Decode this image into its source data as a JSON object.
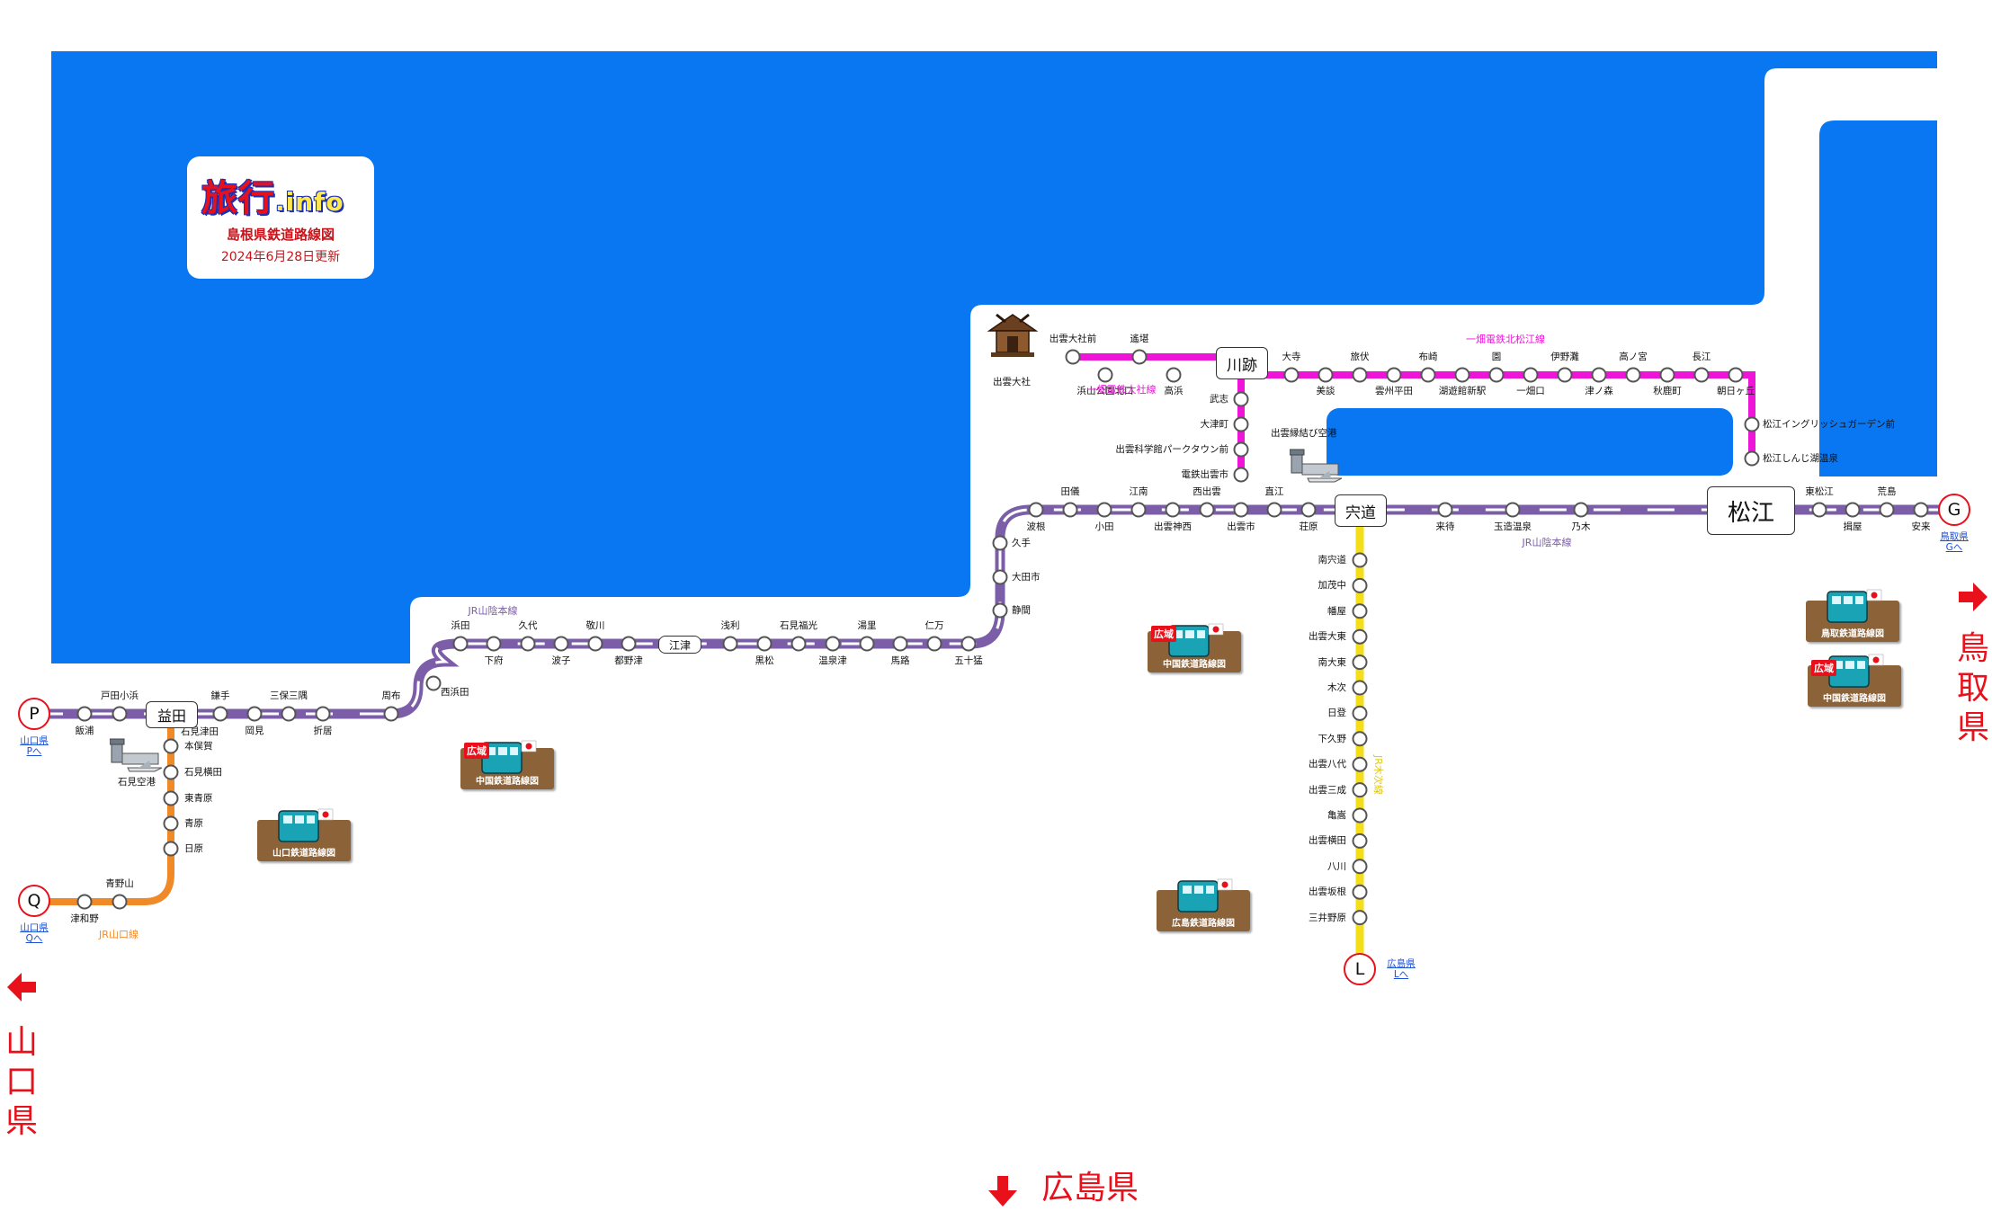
{
  "logo": {
    "brand": "旅行",
    "brand_suffix": ".info",
    "title": "島根県鉄道路線図",
    "updated": "2024年6月28日更新"
  },
  "colors": {
    "sea": "#0a77f2",
    "jr_sanin": "#7b5ea7",
    "ichibata": "#ee14d8",
    "jr_kisuki": "#f4de1a",
    "jr_sanguchi": "#f08a28",
    "edge_circle": "#e8101a",
    "link": "#1a4fd6",
    "badge": "#8c6338"
  },
  "line_labels": {
    "sanin_west": "JR山陰本線",
    "sanin_east": "JR山陰本線",
    "ichibata_taisha": "一畑電鉄大社線",
    "ichibata_kita": "一畑電鉄北松江線",
    "kisuki": "JR木次線",
    "sanguchi": "JR山口線"
  },
  "major_stations": {
    "masuda": "益田",
    "gotsu": "江津",
    "kawato": "川跡",
    "shinji": "宍道",
    "matsue": "松江"
  },
  "stations": {
    "sanin_west": [
      "飯浦",
      "戸田小浜",
      "鎌手",
      "岡見",
      "三保三隅",
      "折居",
      "周布",
      "西浜田",
      "浜田",
      "下府",
      "久代",
      "波子",
      "敬川",
      "都野津"
    ],
    "sanin_mid": [
      "浅利",
      "黒松",
      "石見福光",
      "温泉津",
      "湯里",
      "馬路",
      "仁万",
      "五十猛",
      "静間",
      "大田市",
      "久手",
      "波根",
      "田儀",
      "小田",
      "江南",
      "出雲神西",
      "西出雲",
      "出雲市",
      "直江",
      "荘原"
    ],
    "sanin_east": [
      "来待",
      "玉造温泉",
      "乃木",
      "東松江",
      "揖屋",
      "荒島",
      "安来"
    ],
    "ichibata_taisha": [
      "出雲大社前",
      "浜山公園北口",
      "遙堪",
      "高浜",
      "武志",
      "大津町",
      "出雲科学館パークタウン前",
      "電鉄出雲市"
    ],
    "ichibata_kita": [
      "美談",
      "大寺",
      "旅伏",
      "雲州平田",
      "布崎",
      "湖遊館新駅",
      "園",
      "一畑口",
      "伊野灘",
      "津ノ森",
      "高ノ宮",
      "秋鹿町",
      "長江",
      "朝日ヶ丘",
      "松江イングリッシュガーデン前",
      "松江しんじ湖温泉"
    ],
    "kisuki": [
      "南宍道",
      "加茂中",
      "幡屋",
      "出雲大東",
      "南大東",
      "木次",
      "日登",
      "下久野",
      "出雲八代",
      "出雲三成",
      "亀嵩",
      "出雲横田",
      "八川",
      "出雲坂根",
      "三井野原"
    ],
    "sanguchi": [
      "石見津田",
      "本俣賀",
      "石見横田",
      "東青原",
      "青原",
      "日原",
      "青野山",
      "津和野"
    ]
  },
  "landmarks": {
    "izumo_taisha": "出雲大社",
    "izumo_airport": "出雲縁結び空港",
    "iwami_airport": "石見空港"
  },
  "edges": {
    "P": {
      "letter": "P",
      "pref": "山口県",
      "link": "Pへ"
    },
    "Q": {
      "letter": "Q",
      "pref": "山口県",
      "link": "Qへ"
    },
    "G": {
      "letter": "G",
      "pref": "鳥取県",
      "link": "Gへ"
    },
    "L": {
      "letter": "L",
      "pref": "広島県",
      "link": "Lへ"
    }
  },
  "neighbor_prefs": {
    "tottori": "鳥取県",
    "yamaguchi": "山口県",
    "hiroshima": "広島県"
  },
  "badges": {
    "chugoku": "中国鉄道路線図",
    "yamaguchi": "山口鉄道路線図",
    "hiroshima": "広島鉄道路線図",
    "tottori": "鳥取鉄道路線図",
    "area_tag": "広域"
  }
}
